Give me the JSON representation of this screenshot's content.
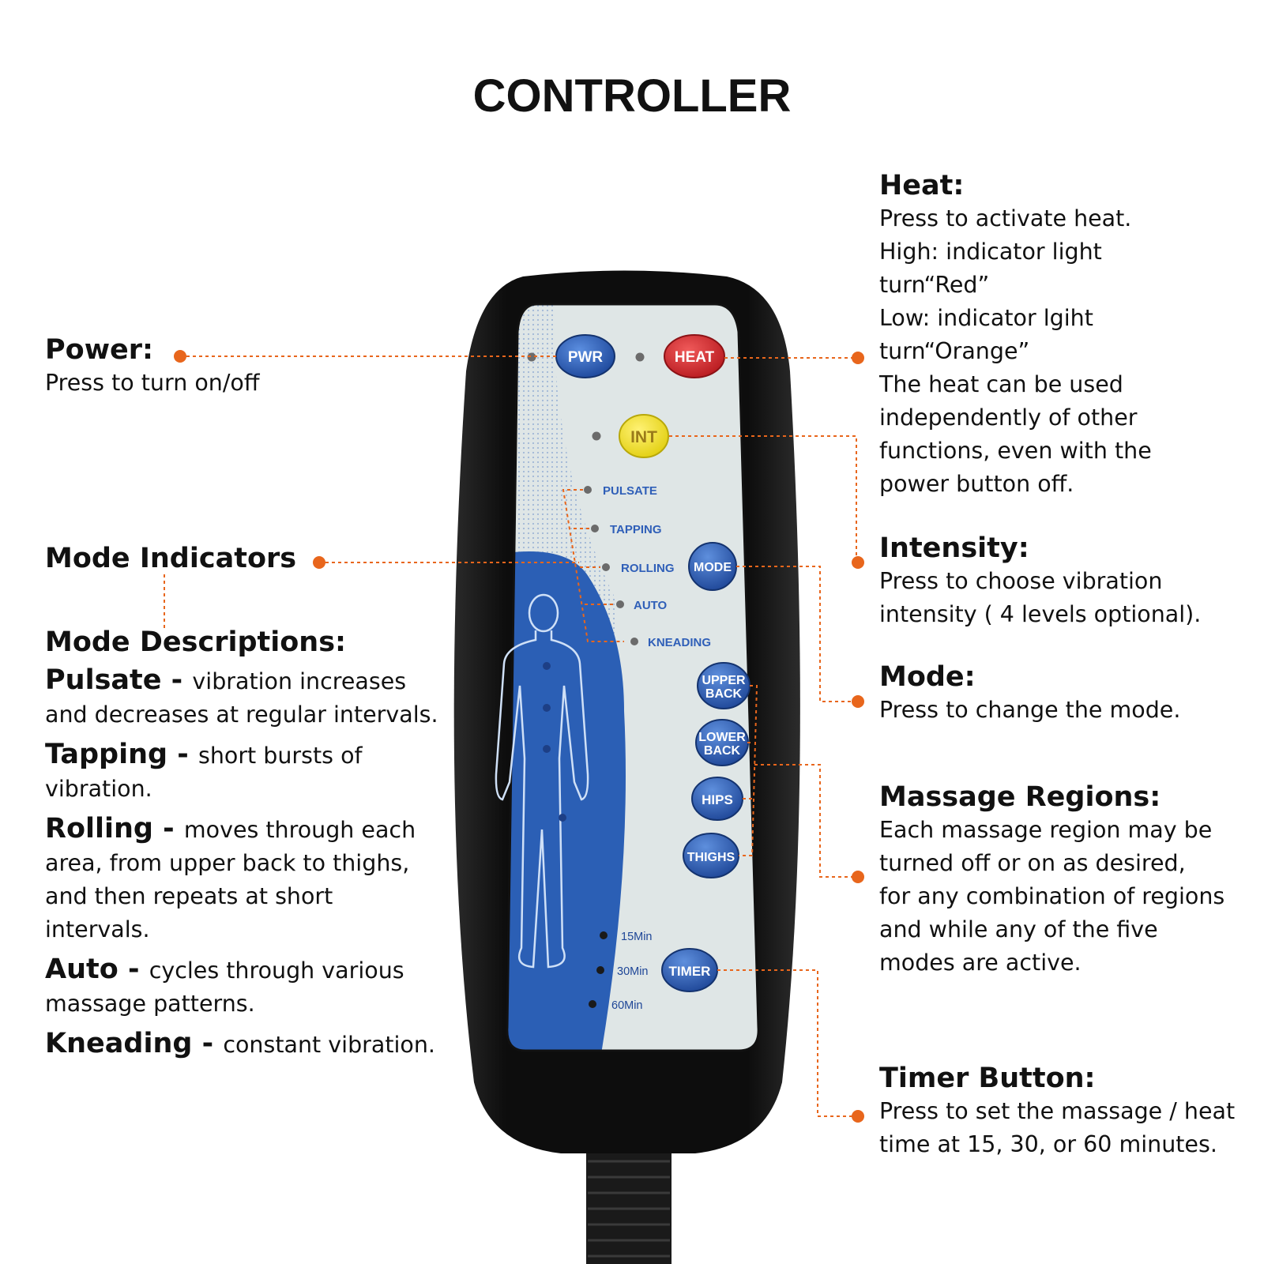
{
  "title": "CONTROLLER",
  "power": {
    "heading": "Power:",
    "text": "Press to turn on/off"
  },
  "mode_indicators": {
    "heading": "Mode Indicators"
  },
  "mode_descriptions": {
    "heading": "Mode Descriptions:",
    "items": [
      {
        "name": "Pulsate",
        "sep": " - ",
        "text": "vibration increases and decreases at regular intervals."
      },
      {
        "name": "Tapping",
        "sep": " - ",
        "text": "short bursts of vibration."
      },
      {
        "name": "Rolling",
        "sep": " -  ",
        "text": "moves through each area, from upper back to thighs, and then repeats at short intervals."
      },
      {
        "name": "Auto",
        "sep": " -  ",
        "text": "cycles through various massage patterns."
      },
      {
        "name": "Kneading",
        "sep": " - ",
        "text": "constant vibration."
      }
    ]
  },
  "heat": {
    "heading": "Heat:",
    "lines": [
      "Press to activate heat.",
      "High: indicator light",
      "turn“Red”",
      "Low: indicator lgiht",
      "turn“Orange”",
      "The heat can be used",
      "independently of other",
      "functions, even with the",
      "power button off."
    ]
  },
  "intensity": {
    "heading": "Intensity:",
    "lines": [
      "Press to choose vibration",
      "intensity ( 4 levels optional)."
    ]
  },
  "mode": {
    "heading": "Mode:",
    "text": "Press to change the mode."
  },
  "massage_regions": {
    "heading": "Massage Regions:",
    "lines": [
      "Each massage region may be",
      "turned off or on as desired,",
      "for any combination of regions",
      "and while any of the five",
      "modes are active."
    ]
  },
  "timer": {
    "heading": "Timer Button:",
    "lines": [
      "Press to set the massage / heat",
      "time at 15, 30, or 60 minutes."
    ]
  },
  "controller": {
    "buttons": {
      "pwr": "PWR",
      "heat": "HEAT",
      "int": "INT",
      "mode": "MODE",
      "upper_back_1": "UPPER",
      "upper_back_2": "BACK",
      "lower_back_1": "LOWER",
      "lower_back_2": "BACK",
      "hips": "HIPS",
      "thighs": "THIGHS",
      "timer": "TIMER"
    },
    "modes": [
      "PULSATE",
      "TAPPING",
      "ROLLING",
      "AUTO",
      "KNEADING"
    ],
    "timer_options": [
      "15Min",
      "30Min",
      "60Min"
    ]
  },
  "colors": {
    "leader": "#e8661c",
    "pwr_button": "#2f5fb8",
    "heat_button": "#d8262b",
    "int_button": "#f2e21c",
    "panel_blue": "#2b5fb5",
    "panel_light": "#dfe6e6",
    "body": "#111111"
  }
}
